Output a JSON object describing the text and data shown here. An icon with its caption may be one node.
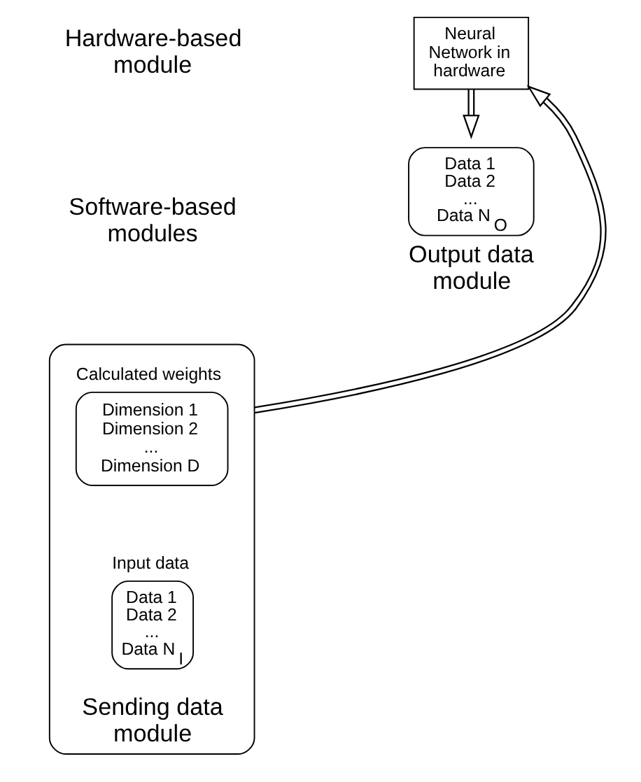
{
  "diagram": {
    "nodes": [
      {
        "text": [
          "Neural Network in hardware"
        ]
      },
      {
        "text": [
          "Sending data module"
        ]
      },
      {
        "text": [
          "Calculated weights",
          "Dimension 1 Dimension 2 ... Dimension D"
        ],
        "in": 1
      },
      {
        "text": [
          "Input data",
          "Data 1 Data 2 ... Data N$_{I}$"
        ],
        "in": 1
      },
      {
        "text": [
          "Data 1 Data 2 ... Data N$_{O}$",
          "Output data module"
        ]
      }
    ],
    "edges": [
      {
        "from": 1,
        "to": 0,
        "arrow": "to"
      },
      {
        "from": 0,
        "to": 4,
        "arrow": "to"
      }
    ],
    "labels": [
      "Hardware-based module",
      "Software-based modules"
    ]
  }
}
